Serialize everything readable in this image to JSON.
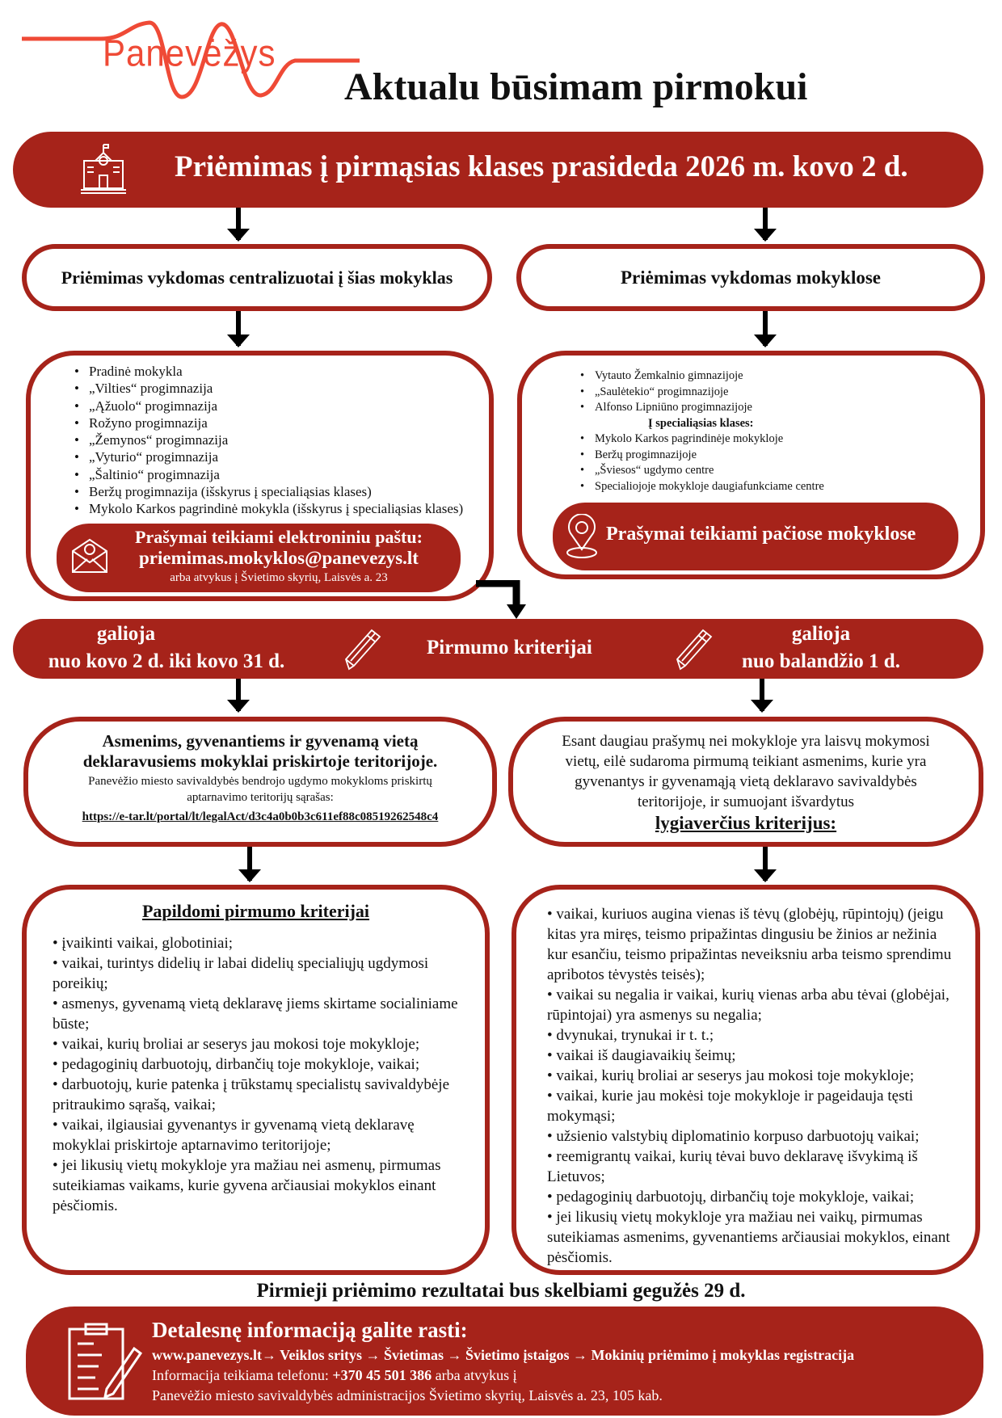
{
  "logo": {
    "text": "Panevėžys",
    "color": "#ef4a36"
  },
  "title": "Aktualu būsimam pirmokui",
  "banner": {
    "icon": "school-building-icon",
    "text": "Priėmimas į pirmąsias klases prasideda 2026 m. kovo 2 d."
  },
  "central": {
    "heading": "Priėmimas vykdomas centralizuotai į šias mokyklas",
    "schools": [
      "Pradinė mokykla",
      "„Vilties“ progimnazija",
      "„Ąžuolo“ progimnazija",
      "Rožyno progimnazija",
      "„Žemynos“ progimnazija",
      "„Vyturio“ progimnazija",
      "„Šaltinio“ progimnazija",
      "Beržų progimnazija (išskyrus į specialiąsias klases)",
      "Mykolo Karkos pagrindinė mokykla (išskyrus į specialiąsias klases)"
    ],
    "submit_title": "Prašymai teikiami elektroniniu paštu:",
    "email": "priemimas.mokyklos@panevezys.lt",
    "submit_note": "arba atvykus į Švietimo skyrių, Laisvės a. 23",
    "icon": "email-icon"
  },
  "schools": {
    "heading": "Priėmimas vykdomas mokyklose",
    "schools": [
      "Vytauto Žemkalnio gimnazijoje",
      "„Saulėtekio“ progimnazijoje",
      "Alfonso Lipniūno progimnazijoje"
    ],
    "special_heading": "Į specialiąsias klases:",
    "special": [
      "Mykolo Karkos pagrindinėje mokykloje",
      "Beržų progimnazijoje",
      "„Šviesos“ ugdymo centre",
      "Specialiojoje mokykloje daugiafunkciame centre"
    ],
    "submit_title": "Prašymai teikiami pačiose mokyklose",
    "icon": "location-pin-icon"
  },
  "criteria_bar": {
    "left_l1": "galioja",
    "left_l2": "nuo kovo 2 d. iki kovo 31 d.",
    "center": "Pirmumo kriterijai",
    "right_l1": "galioja",
    "right_l2": "nuo balandžio 1 d.",
    "icon": "pencil-icon"
  },
  "territory": {
    "bold": "Asmenims, gyvenantiems ir gyvenamą vietą deklaravusiems mokyklai priskirtoje teritorijoje.",
    "note": "Panevėžio miesto savivaldybės bendrojo ugdymo mokykloms priskirtų aptarnavimo teritorijų sąrašas:",
    "link": "https://e-tar.lt/portal/lt/legalAct/d3c4a0b0b3c611ef88c08519262548c4"
  },
  "equal": {
    "text": "Esant daugiau prašymų nei mokykloje yra laisvų mokymosi vietų, eilė sudaroma pirmumą teikiant asmenims, kurie yra gyvenantys ir gyvenamąją vietą deklaravo savivaldybės teritorijoje, ir sumuojant  išvardytus",
    "heading": "lygiaverčius kriterijus:"
  },
  "additional": {
    "heading": "Papildomi pirmumo kriterijai",
    "items": [
      "• įvaikinti vaikai, globotiniai;",
      "• vaikai, turintys didelių ir labai didelių specialiųjų ugdymosi poreikių;",
      "• asmenys, gyvenamą vietą deklaravę jiems skirtame socialiniame būste;",
      "• vaikai, kurių broliai ar seserys jau mokosi toje mokykloje;",
      "• pedagoginių darbuotojų, dirbančių toje mokykloje, vaikai;",
      "• darbuotojų, kurie patenka į trūkstamų specialistų savivaldybėje pritraukimo sąrašą, vaikai;",
      "• vaikai, ilgiausiai gyvenantys ir gyvenamą vietą deklaravę mokyklai priskirtoje aptarnavimo teritorijoje;",
      "• jei likusių vietų mokykloje yra mažiau nei asmenų, pirmumas suteikiamas vaikams, kurie gyvena arčiausiai mokyklos einant pėsčiomis."
    ]
  },
  "equal_list": {
    "items": [
      "• vaikai, kuriuos augina vienas iš tėvų (globėjų, rūpintojų) (jeigu kitas yra miręs, teismo pripažintas dingusiu be žinios ar nežinia kur esančiu, teismo pripažintas neveiksniu arba teismo sprendimu apribotos tėvystės teisės);",
      "• vaikai su negalia ir vaikai, kurių vienas arba abu tėvai (globėjai, rūpintojai) yra asmenys su negalia;",
      "• dvynukai, trynukai ir t. t.;",
      "• vaikai iš daugiavaikių šeimų;",
      "• vaikai, kurių broliai ar seserys jau mokosi toje mokykloje;",
      "• vaikai, kurie jau mokėsi toje mokykloje ir pageidauja tęsti mokymąsi;",
      "• užsienio valstybių diplomatinio korpuso darbuotojų vaikai;",
      "• reemigrantų vaikai, kurių tėvai buvo deklaravę išvykimą iš Lietuvos;",
      "• pedagoginių darbuotojų, dirbančių toje mokykloje, vaikai;",
      "• jei likusių vietų mokykloje yra mažiau nei vaikų, pirmumas suteikiamas asmenims, gyvenantiems arčiausiai mokyklos, einant pėsčiomis."
    ]
  },
  "results": "Pirmieji priėmimo rezultatai bus skelbiami gegužės 29 d.",
  "footer": {
    "icon": "clipboard-icon",
    "heading": "Detalesnę informaciją galite rasti:",
    "path": "www.panevezys.lt→ Veiklos sritys → Švietimas → Švietimo įstaigos → Mokinių priėmimo į mokyklas registracija",
    "phone_prefix": "Informacija teikiama telefonu: ",
    "phone": "+370 45 501 386",
    "phone_suffix": " arba atvykus į",
    "address": "Panevėžio miesto savivaldybės administracijos Švietimo skyrių, Laisvės a. 23, 105 kab."
  },
  "colors": {
    "accent": "#a6231a"
  }
}
